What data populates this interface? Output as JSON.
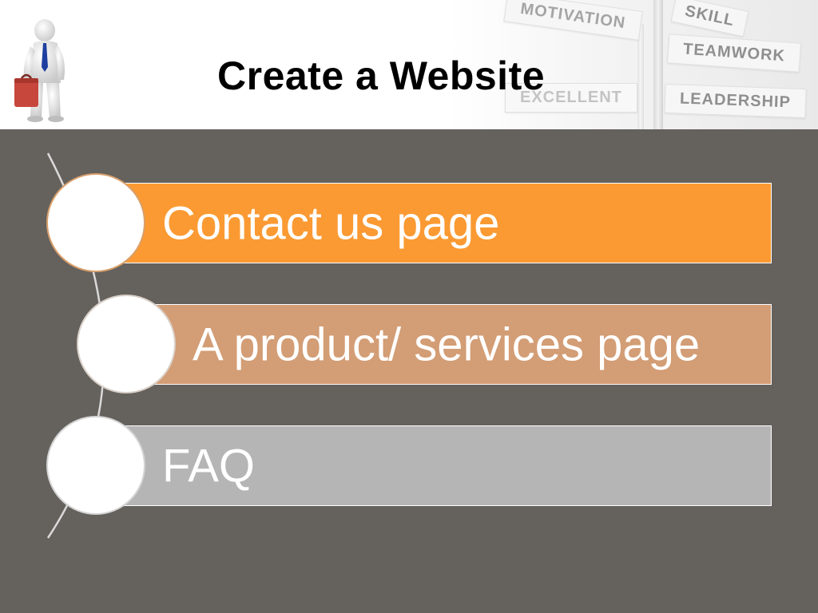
{
  "slide": {
    "title": "Create a Website",
    "signs": {
      "motivation": "MOTIVATION",
      "skill": "SKILL",
      "teamwork": "TEAMWORK",
      "excellent": "EXCELLENT",
      "leadership": "LEADERSHIP"
    },
    "items": [
      {
        "label": "Contact us page",
        "color": "#FB9A33"
      },
      {
        "label": "A product/ services page",
        "color": "#D39D75"
      },
      {
        "label": "FAQ",
        "color": "#B5B5B5"
      }
    ],
    "colors": {
      "panel_background": "#65615D",
      "header_background": "#FFFFFF",
      "text": "#FFFFFF",
      "briefcase": "#C8473C",
      "tie": "#1F3FA0"
    }
  }
}
